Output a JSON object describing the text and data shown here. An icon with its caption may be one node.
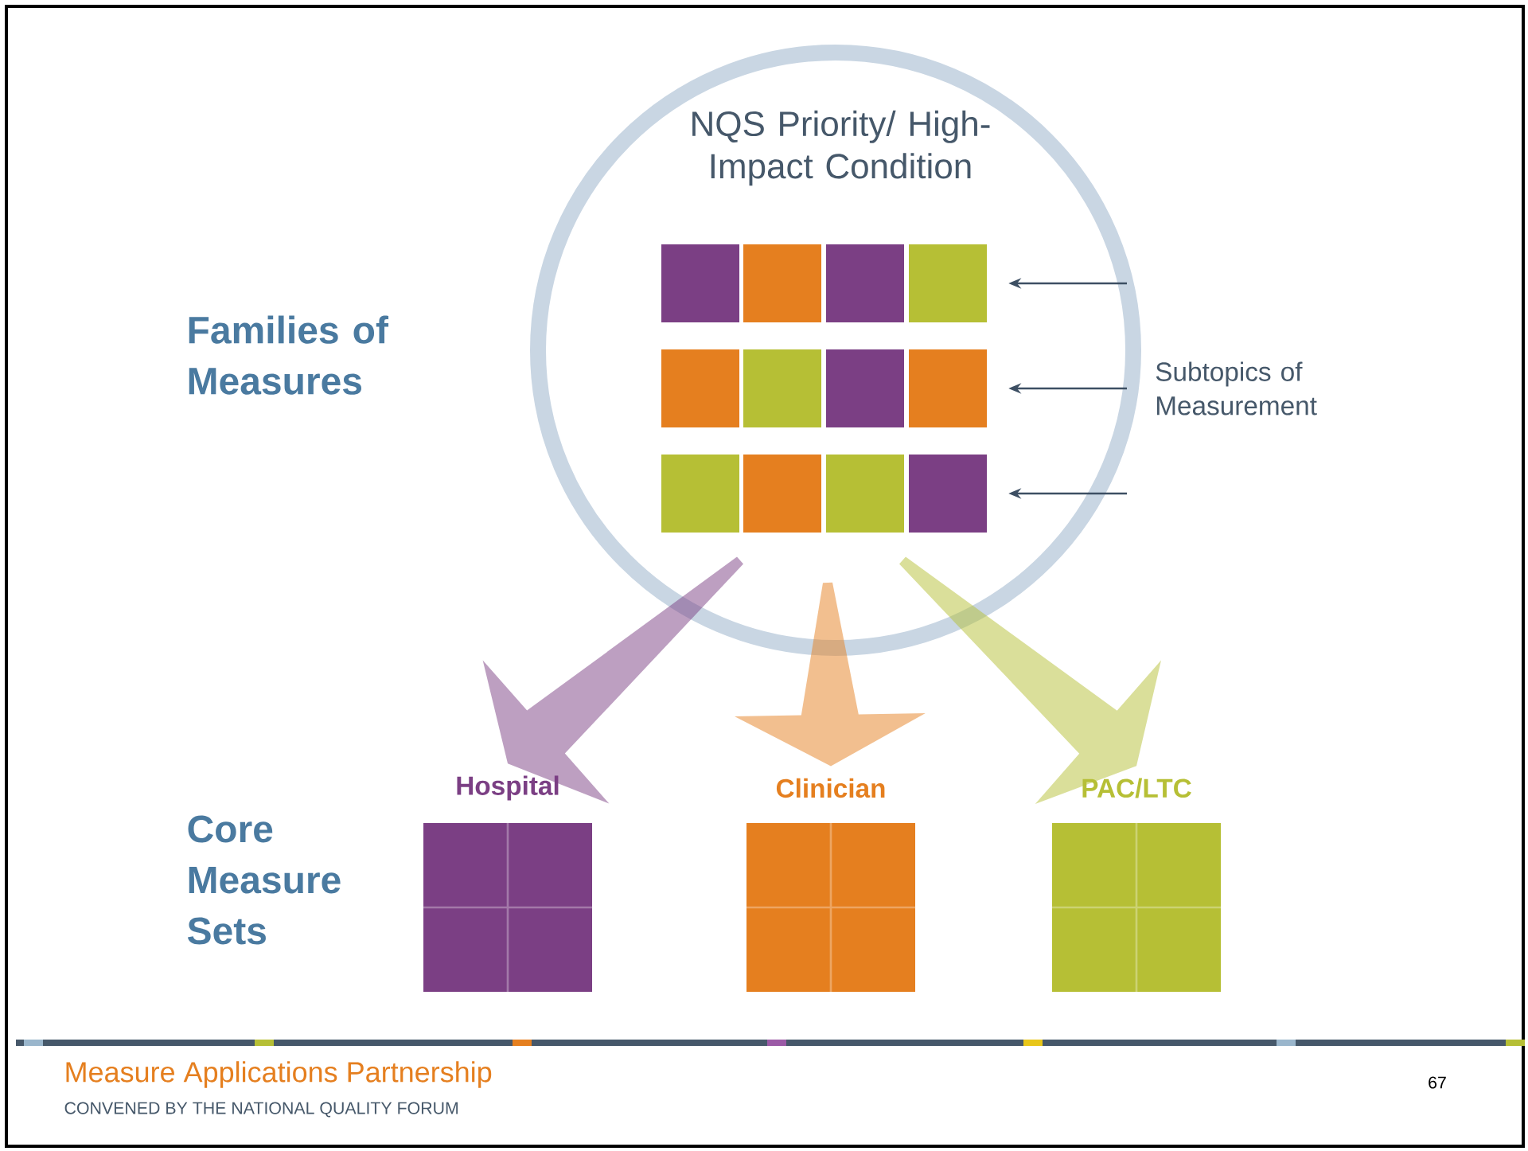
{
  "diagram": {
    "nodes": [
      {
        "text": [
          "NQS Priority/ High-Impact Condition"
        ]
      },
      {
        "text": [],
        "shape": "box",
        "in": 0
      },
      {
        "text": [],
        "shape": "box",
        "in": 0
      },
      {
        "text": [],
        "shape": "box",
        "in": 0
      },
      {
        "text": [],
        "shape": "box",
        "in": 0
      },
      {
        "text": [],
        "shape": "box",
        "in": 0
      },
      {
        "text": [],
        "shape": "box",
        "in": 0
      },
      {
        "text": [],
        "shape": "box",
        "in": 0
      },
      {
        "text": [],
        "shape": "box",
        "in": 0
      },
      {
        "text": [],
        "shape": "box",
        "in": 0
      },
      {
        "text": [],
        "shape": "box",
        "in": 0
      },
      {
        "text": [],
        "shape": "box",
        "in": 0
      },
      {
        "text": [],
        "shape": "box",
        "in": 0
      },
      {
        "text": [
          "Subtopics of Measurement"
        ]
      },
      {
        "text": [
          "Hospital"
        ]
      },
      {
        "text": [
          "Clinician"
        ]
      },
      {
        "text": [
          "PAC/LTC"
        ]
      }
    ],
    "edges": [
      {
        "from": 13,
        "to": 4,
        "arrow": "to"
      },
      {
        "from": 13,
        "to": 8,
        "arrow": "to"
      },
      {
        "from": 13,
        "to": 12,
        "arrow": "to"
      },
      {
        "from": 0,
        "to": 14,
        "arrow": "to",
        "style": "thick",
        "color": "#7b3f84"
      },
      {
        "from": 0,
        "to": 15,
        "arrow": "to",
        "style": "thick",
        "color": "#e57f1f"
      },
      {
        "from": 0,
        "to": 16,
        "arrow": "to",
        "style": "thick",
        "color": "#b6bf35"
      }
    ],
    "labels": [
      "Families of Measures",
      "Core Measure Sets",
      "Measure Applications Partnership",
      "CONVENED BY THE NATIONAL QUALITY FORUM",
      "67"
    ]
  }
}
